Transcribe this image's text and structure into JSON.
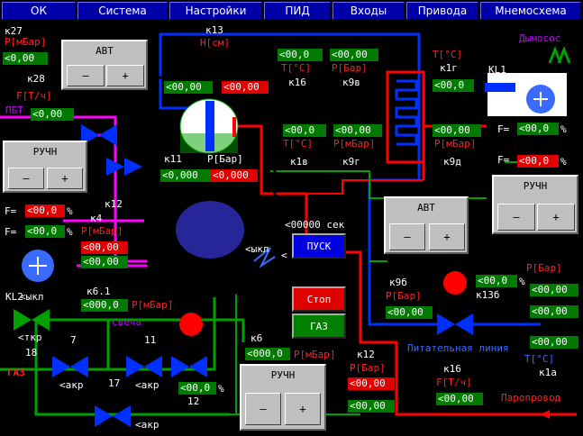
{
  "menu": [
    "ОК",
    "Система",
    "Настройки",
    "ПИД",
    "Входы",
    "Привода",
    "Мнемосхема"
  ],
  "labels": {
    "k27": "к27",
    "k28": "к28",
    "pmbar": "Р[мБар]",
    "ft": "F[Т/ч]",
    "pbt": "ПБТ",
    "k12": "к12",
    "k4": "к4",
    "k13": "к13",
    "hsm": "Н[см]",
    "k11": "к11",
    "k16": "к16",
    "k9v": "к9в",
    "tc": "Т[°С]",
    "pbar": "Р[Бар]",
    "k1v": "к1в",
    "k9g": "к9г",
    "k9d": "к9д",
    "k1g": "к1г",
    "kl1": "KL1",
    "dymosos": "Дымосос",
    "fe": "F=",
    "pct": "%",
    "timer": "<00000 сек",
    "vykl": "<ыкл",
    "kl2": "KL2",
    "k61": "к6.1",
    "svecha": "свеча",
    "tkr": "<ткр",
    "n18": "18",
    "n7": "7",
    "n11": "11",
    "n17": "17",
    "akr": "<акр",
    "n12": "12",
    "gas": "ГАЗ",
    "k6": "к6",
    "k12b": "к12",
    "k96": "к9б",
    "k13b": "к13б",
    "feed": "Питательная линия",
    "k16b": "к16",
    "k1a": "к1а",
    "steam": "Паропровод",
    "lt": "<"
  },
  "values": {
    "k28": "<0,00",
    "k4_green": "<0,00",
    "k13_l": "<00,00",
    "k13_r": "<00,00",
    "k16": "<00,0",
    "k9v": "<00,00",
    "k1g": "<00,0",
    "k1v": "<00,0",
    "k9g": "<00,00",
    "k9d": "<00,00",
    "k11_l": "<0,000",
    "k11_r": "<0,000",
    "f1": "<00,0",
    "f2": "<00,0",
    "lf1": "<00,0",
    "lf2": "<00,0",
    "k4a": "<00,00",
    "k4b": "<00,00",
    "k61": "<000,0",
    "v12": "<00,0",
    "k6": "<000,0",
    "k12a": "<00,00",
    "k12b": "<00,00",
    "k9b": "<00,00",
    "k13b": "<00,0",
    "r1": "<00,00",
    "r2": "<00,00",
    "r3": "<00,00",
    "k16b": "<00,00"
  },
  "panels": {
    "avt": "АВТ",
    "ruchn": "РУЧН",
    "minus": "–",
    "plus": "+"
  },
  "actions": {
    "pusk": "ПУСК",
    "stop": "Стоп",
    "gaz": "ГАЗ"
  },
  "colors": {
    "menu": "#0000a8",
    "pipe_blue": "#0030ff",
    "pipe_red": "#ff0000",
    "pipe_green": "#00a000",
    "pipe_magenta": "#ff00ff"
  }
}
